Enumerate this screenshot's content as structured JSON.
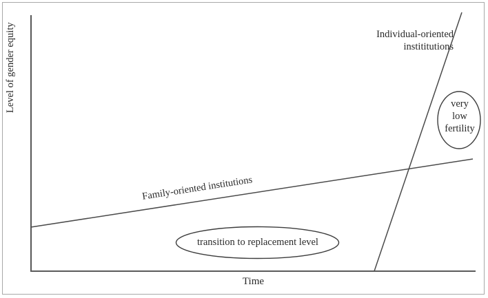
{
  "chart_data": {
    "type": "line",
    "title": "",
    "subtitle": "",
    "xlabel": "Time",
    "ylabel": "Level of gender equity",
    "grid": false,
    "legend": "none",
    "axes": {
      "x_axis": {
        "label": "Time",
        "ticks": [],
        "range_note": "unlabeled qualitative axis"
      },
      "y_axis": {
        "label": "Level of gender equity",
        "ticks": [],
        "range_note": "unlabeled qualitative axis"
      }
    },
    "series": [
      {
        "name": "Family-oriented institutions",
        "label": "Family-oriented institutions",
        "description": "gradual shallow rise across the full time span",
        "points": [
          {
            "x": 0.0,
            "y": 0.17
          },
          {
            "x": 1.0,
            "y": 0.44
          }
        ]
      },
      {
        "name": "Individual-oriented instititutions",
        "label": "Individual-oriented instititutions",
        "description": "steep late rise starting partway along the time axis",
        "points": [
          {
            "x": 0.773,
            "y": 0.0
          },
          {
            "x": 0.969,
            "y": 1.012
          }
        ]
      }
    ],
    "annotations": [
      {
        "name": "transition-to-replacement-level",
        "text": "transition to replacement level",
        "shape": "ellipse",
        "x": 0.58,
        "y": 0.12
      },
      {
        "name": "very-low-fertility",
        "text": "very low fertility",
        "lines": [
          "very",
          "low",
          "fertility"
        ],
        "shape": "ellipse",
        "x": 0.92,
        "y": 0.61
      }
    ]
  },
  "axes": {
    "y_label": "Level of gender equity",
    "x_label": "Time"
  },
  "labels": {
    "individual_oriented_line1": "Individual-oriented",
    "individual_oriented_line2": "instititutions",
    "family_oriented": "Family-oriented institutions",
    "transition": "transition to replacement level",
    "very_low_fertility": {
      "line1": "very",
      "line2": "low",
      "line3": "fertility"
    }
  },
  "colors": {
    "background": "#ffffff",
    "frame_border": "#a8a8a8",
    "axis": "#5a5a5a",
    "trend_line": "#4a4a4a",
    "ellipse": "#3c3c3c",
    "text": "#2a2a2a"
  }
}
